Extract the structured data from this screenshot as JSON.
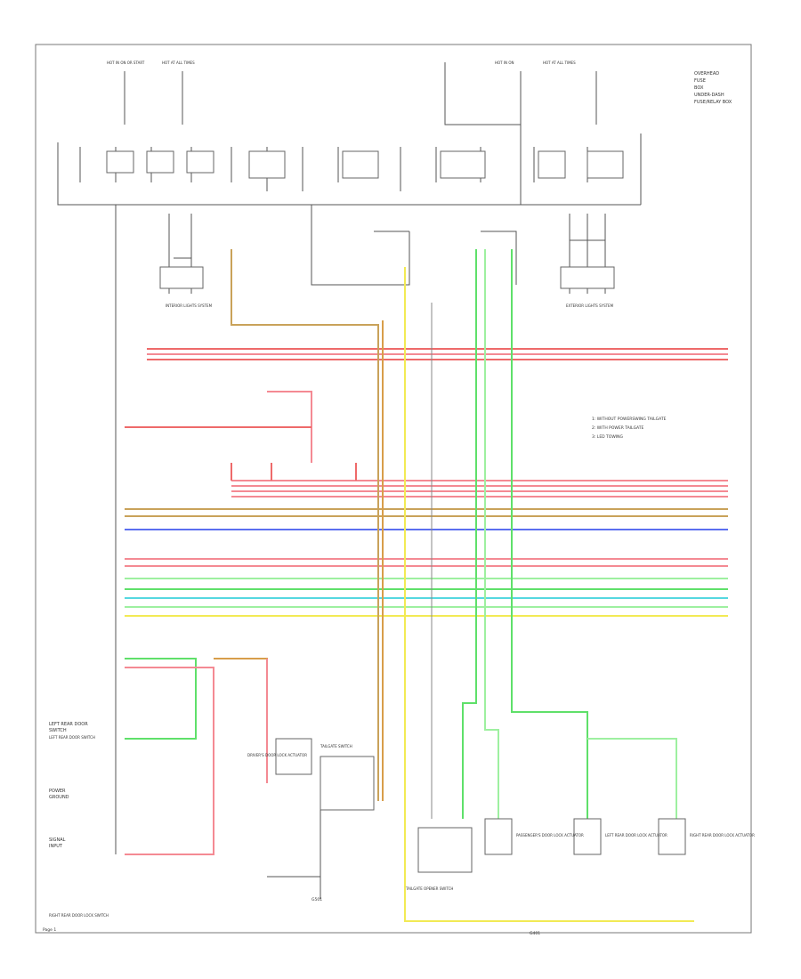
{
  "page_ref": "Page 1",
  "bottom_ground_label": "G401",
  "top_right_note": [
    "OVERHEAD",
    "FUSE",
    "BOX",
    "UNDER-DASH",
    "FUSE/RELAY BOX"
  ],
  "legend": {
    "items": [
      "1: WITHOUT POWERSWING TAILGATE",
      "2: WITH POWER TAILGATE",
      "3: LED TOWING"
    ]
  },
  "top_fuses": [
    {
      "label": "HOT IN ON OR START"
    },
    {
      "label": "HOT AT ALL TIMES"
    },
    {
      "label": "HOT IN ON"
    },
    {
      "label": "HOT AT ALL TIMES"
    }
  ],
  "relay_group_labels": [
    "INTERIOR LIGHTS SYSTEM",
    "EXTERIOR LIGHTS SYSTEM"
  ],
  "left_labels": [
    "LEFT REAR DOOR",
    "SWITCH",
    "POWER",
    "GROUND",
    "SIGNAL",
    "INPUT"
  ],
  "bottom_components": [
    {
      "label": "DRIVER'S DOOR LOCK ACTUATOR"
    },
    {
      "label": "LEFT REAR DOOR SWITCH"
    },
    {
      "label": "RIGHT REAR DOOR LOCK SWITCH"
    },
    {
      "label": "TAILGATE SWITCH"
    },
    {
      "label": "TAILGATE OPENER SWITCH"
    },
    {
      "label": "PASSENGER'S DOOR LOCK ACTUATOR"
    },
    {
      "label": "LEFT REAR DOOR LOCK ACTUATOR"
    },
    {
      "label": "RIGHT REAR DOOR LOCK ACTUATOR"
    }
  ],
  "ground_label": "G501",
  "colors": {
    "pink": "#f48a93",
    "red": "#ee6a6a",
    "tan": "#c9a25a",
    "blue": "#5b6ff0",
    "green": "#5fe06a",
    "lightgreen": "#9ef0a0",
    "cyan": "#55d8e0",
    "yellow": "#f2ea55",
    "orange": "#d89e4a"
  }
}
